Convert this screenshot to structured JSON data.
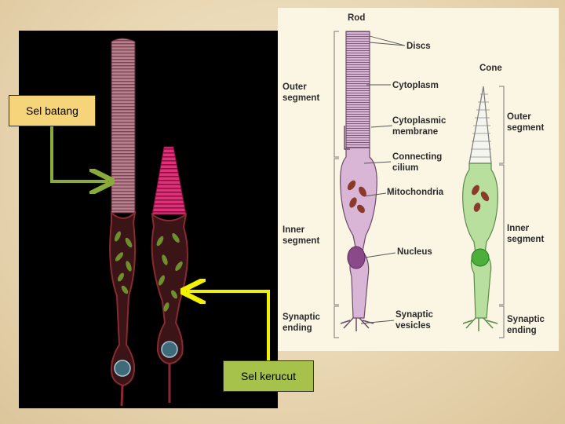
{
  "labels": {
    "rod_cell": "Sel batang",
    "cone_cell": "Sel kerucut"
  },
  "diagram": {
    "rod_title": "Rod",
    "cone_title": "Cone",
    "left_labels": {
      "outer_segment_1": "Outer",
      "outer_segment_2": "segment",
      "inner_segment_1": "Inner",
      "inner_segment_2": "segment",
      "synaptic_ending_1": "Synaptic",
      "synaptic_ending_2": "ending"
    },
    "center_labels": {
      "discs": "Discs",
      "cytoplasm": "Cytoplasm",
      "cytoplasmic_membrane_1": "Cytoplasmic",
      "cytoplasmic_membrane_2": "membrane",
      "connecting_cilium_1": "Connecting",
      "connecting_cilium_2": "cilium",
      "mitochondria": "Mitochondria",
      "nucleus": "Nucleus",
      "synaptic_vesicles_1": "Synaptic",
      "synaptic_vesicles_2": "vesicles"
    },
    "right_labels": {
      "outer_segment_1": "Outer",
      "outer_segment_2": "segment",
      "inner_segment_1": "Inner",
      "inner_segment_2": "segment",
      "synaptic_ending_1": "Synaptic",
      "synaptic_ending_2": "ending"
    }
  },
  "colors": {
    "rod_arrow": "#8aaa3a",
    "cone_arrow": "#f2f200",
    "rod_label_bg": "#f6d57a",
    "cone_label_bg": "#a7c24b",
    "rod_cell_fill": "#d9b6d6",
    "cone_cell_fill": "#b9df9e"
  }
}
